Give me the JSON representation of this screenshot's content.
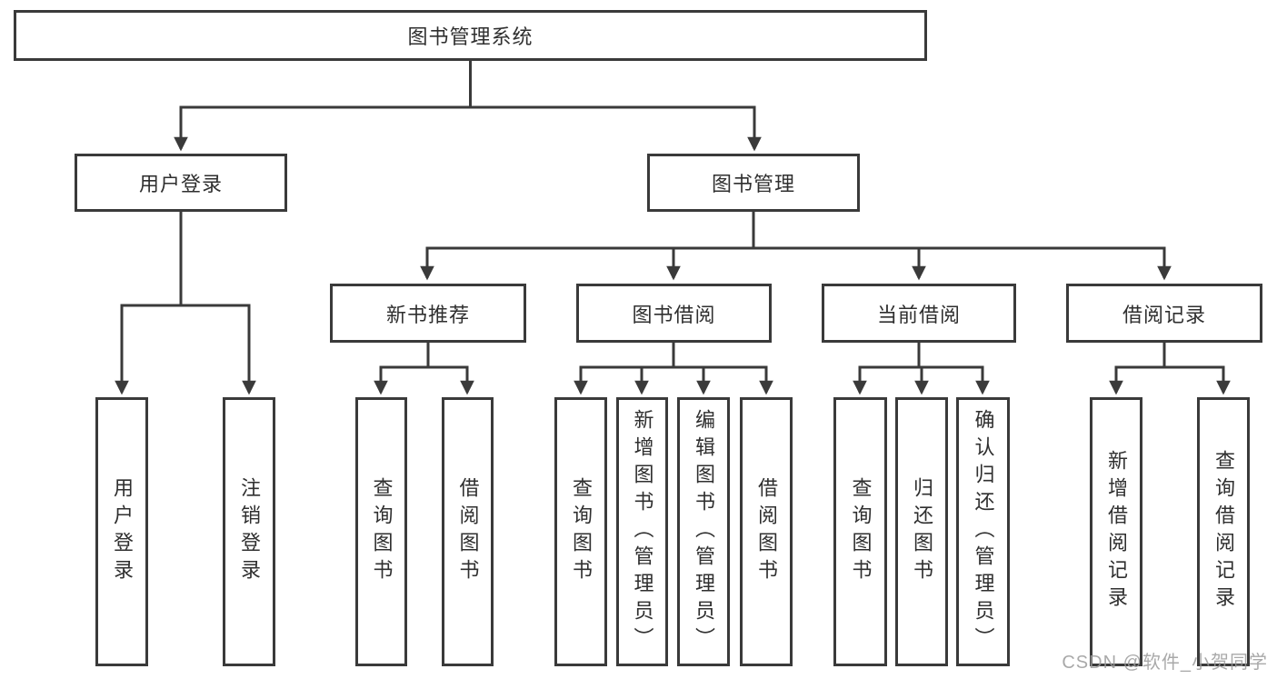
{
  "diagram": {
    "root": "图书管理系统",
    "level2": [
      "用户登录",
      "图书管理"
    ],
    "level3": [
      "新书推荐",
      "图书借阅",
      "当前借阅",
      "借阅记录"
    ],
    "leaves": [
      "用户登录",
      "注销登录",
      "查询图书",
      "借阅图书",
      "查询图书",
      "新增图书（管理员）",
      "编辑图书（管理员）",
      "借阅图书",
      "查询图书",
      "归还图书",
      "确认归还（管理员）",
      "新增借阅记录",
      "查询借阅记录"
    ],
    "hierarchy": {
      "图书管理系统": [
        "用户登录",
        "图书管理"
      ],
      "用户登录": [
        "用户登录",
        "注销登录"
      ],
      "图书管理": [
        "新书推荐",
        "图书借阅",
        "当前借阅",
        "借阅记录"
      ],
      "新书推荐": [
        "查询图书",
        "借阅图书"
      ],
      "图书借阅": [
        "查询图书",
        "新增图书（管理员）",
        "编辑图书（管理员）",
        "借阅图书"
      ],
      "当前借阅": [
        "查询图书",
        "归还图书",
        "确认归还（管理员）"
      ],
      "借阅记录": [
        "新增借阅记录",
        "查询借阅记录"
      ]
    }
  },
  "watermark": {
    "text": "CSDN @软件_小贺同学"
  },
  "colors": {
    "line": "#3a3a3a",
    "text": "#2f2f2f",
    "box_fill": "#ffffff",
    "background": "#ffffff",
    "watermark": "#9b9b9b"
  }
}
